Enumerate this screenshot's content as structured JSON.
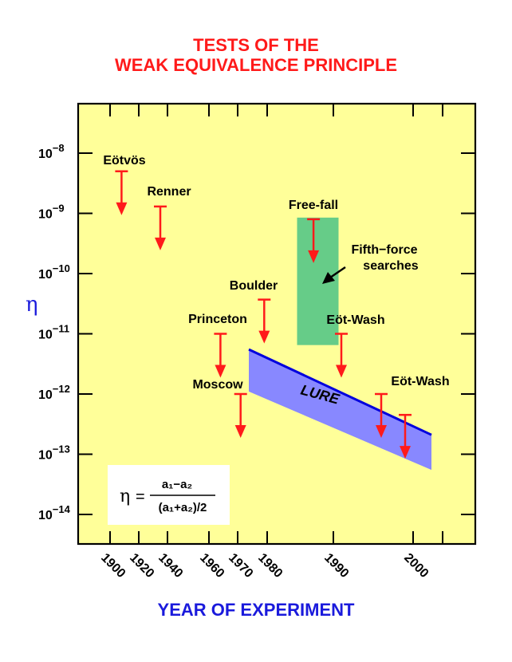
{
  "title_line1": "TESTS OF THE",
  "title_line2": "WEAK EQUIVALENCE PRINCIPLE",
  "colors": {
    "title": "#ff1a1a",
    "xlabel": "#1a1adc",
    "plot_bg": "#ffff99",
    "arrow": "#ff1a1a",
    "band": "#8888ff",
    "band_edge": "#0000dd",
    "freefall_box": "#66cc88"
  },
  "chart_data": {
    "type": "scatter",
    "title": "TESTS OF THE WEAK EQUIVALENCE PRINCIPLE",
    "xlabel": "YEAR OF EXPERIMENT",
    "ylabel": "η",
    "x_scale": "piecewise",
    "y_scale": "log",
    "x_ticks": [
      "1900",
      "1920",
      "1940",
      "1960",
      "1970",
      "1980",
      "1990",
      "2000"
    ],
    "y_ticks": [
      {
        "base": "10",
        "exp": "−8"
      },
      {
        "base": "10",
        "exp": "−9"
      },
      {
        "base": "10",
        "exp": "−10"
      },
      {
        "base": "10",
        "exp": "−11"
      },
      {
        "base": "10",
        "exp": "−12"
      },
      {
        "base": "10",
        "exp": "−13"
      },
      {
        "base": "10",
        "exp": "−14"
      }
    ],
    "upper_limits": [
      {
        "label": "Eötvös",
        "year": 1908,
        "eta": 5e-09
      },
      {
        "label": "Renner",
        "year": 1935,
        "eta": 1.3e-09
      },
      {
        "label": "Princeton",
        "year": 1964,
        "eta": 1e-11
      },
      {
        "label": "Moscow",
        "year": 1971,
        "eta": 1e-12
      },
      {
        "label": "Boulder",
        "year": 1979,
        "eta": 3.7e-11
      },
      {
        "label": "Free-fall",
        "year": 1987,
        "eta": 8e-10
      },
      {
        "label": "Eöt-Wash",
        "year": 1991,
        "eta": 1e-11
      },
      {
        "label": "Eöt-Wash",
        "year": 1996,
        "eta": 1e-12
      },
      {
        "label": "",
        "year": 1999,
        "eta": 4.5e-13
      }
    ],
    "regions": [
      {
        "label": "Fifth-force searches",
        "x_range": [
          1985,
          1991
        ],
        "eta_range": [
          6.5e-12,
          8.5e-10
        ]
      },
      {
        "label": "LURE",
        "x_range": [
          1974,
          2002
        ],
        "upper": [
          5.5e-12,
          2.1e-13
        ],
        "lower": [
          1.1e-12,
          5.5e-14
        ]
      }
    ],
    "annotations": [
      "Fifth−force",
      "searches",
      "LURE"
    ],
    "formula": {
      "lhs": "η",
      "eq": "=",
      "num": "a₁−a₂",
      "den": "(a₁+a₂)/2"
    }
  }
}
